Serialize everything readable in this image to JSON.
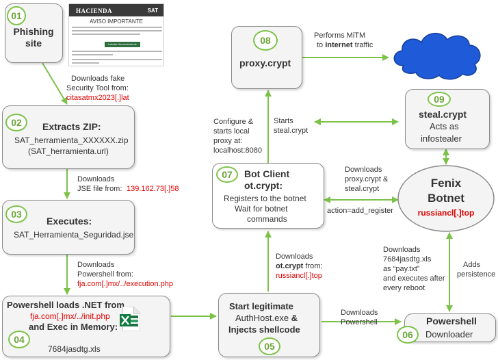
{
  "colors": {
    "accent_green": "#7cc248",
    "ioc_red": "#e00000",
    "cloud_blue": "#1f5bd8"
  },
  "icons": [
    "excel-icon",
    "cloud-icon"
  ],
  "phishing_screenshot": {
    "brand": "HACIENDA",
    "sat": "SAT",
    "notice": "AVISO IMPORTANTE",
    "button": "Instalar Herramienta de Seguridad"
  },
  "nodes": {
    "n01": {
      "num": "01",
      "title": "Phishing\nsite"
    },
    "n02": {
      "num": "02",
      "title": "Extracts ZIP:",
      "line1": "SAT_herramienta_XXXXXX.zip",
      "line2": "(SAT_herramienta.url)"
    },
    "n03": {
      "num": "03",
      "title": "Executes:",
      "line1": "SAT_Herramienta_Seguridad.jse"
    },
    "n04": {
      "num": "04",
      "title": "Powershell loads .NET from",
      "red": "fja.com[.]mx/../init.php",
      "title2": "and Exec in Memory:",
      "file": "7684jasdtg.xls"
    },
    "n05": {
      "num": "05",
      "line1": "Start legitimate",
      "line2": "AuthHost.exe",
      "amp": " &",
      "line3": "Injects shellcode"
    },
    "n06": {
      "num": "06",
      "title": "Powershell",
      "sub": "Downloader"
    },
    "n07": {
      "num": "07",
      "title1": "Bot Client",
      "title2": "ot.crypt:",
      "line1": "Registers to the botnet",
      "line2": "Wait for botnet",
      "line3": "commands"
    },
    "n08": {
      "num": "08",
      "title": "proxy.crypt"
    },
    "n09": {
      "num": "09",
      "title": "steal.crypt",
      "line1": "Acts as",
      "line2": "infostealer"
    },
    "fenix": {
      "title1": "Fenix",
      "title2": "Botnet",
      "red": "russiancl[.]top"
    }
  },
  "labels": {
    "l_01_02": {
      "a": "Downloads fake",
      "b": "Security Tool from:",
      "red": "citasatmx2023[.]lat"
    },
    "l_02_03": {
      "a": "Downloads",
      "b": "JSE file from:",
      "red": "139.162.73[.]58"
    },
    "l_03_04": {
      "a": "Downloads",
      "b": "Powershell from:",
      "red": "fja.com[.]mx/../execution.php"
    },
    "l_05_07": {
      "a": "Downloads",
      "b": "ot.crypt",
      "b2": " from:",
      "red": "russiancl[.]top"
    },
    "l_05_06": {
      "a": "Downloads",
      "b": "Powershell"
    },
    "l_07_08": {
      "a": "Configure &",
      "b": "starts local",
      "c": "proxy at:",
      "d": "localhost:8080"
    },
    "l_07_09": {
      "a": "Starts",
      "b": "steal.crypt"
    },
    "l_08_cloud": {
      "a": "Performs MiTM",
      "b": "to ",
      "b_bold": "Internet",
      "b2": " traffic"
    },
    "l_fenix_07": {
      "a": "Downloads",
      "b": "proxy.crypt &",
      "c": "steal.crypt"
    },
    "l_07_fenix": {
      "a": "action=add_register"
    },
    "l_06_fenix": {
      "a": "Downloads",
      "b": "7684jasdtg.xls",
      "c": "as “pay.txt”",
      "d": "and executes after",
      "e": "every reboot"
    },
    "l_persist": {
      "a": "Adds",
      "b": "persistence"
    }
  }
}
